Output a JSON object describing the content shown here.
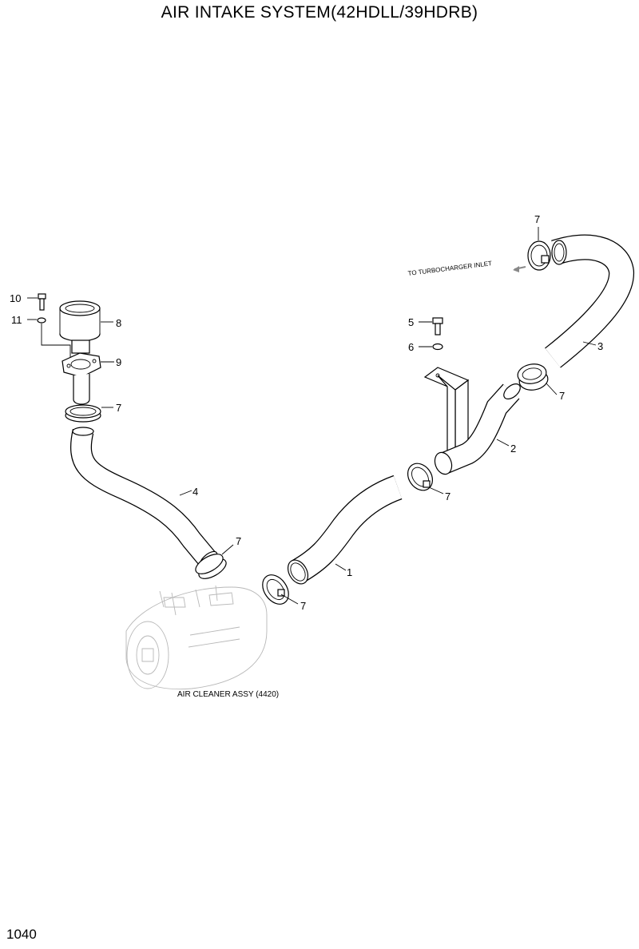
{
  "title": "AIR INTAKE SYSTEM(42HDLL/39HDRB)",
  "page_number": "1040",
  "notes": {
    "turbo": "TO TURBOCHARGER INLET",
    "air_cleaner": "AIR CLEANER ASSY (4420)"
  },
  "callouts": {
    "c1": "1",
    "c2": "2",
    "c3": "3",
    "c4": "4",
    "c5": "5",
    "c6": "6",
    "c7a": "7",
    "c7b": "7",
    "c7c": "7",
    "c7d": "7",
    "c7e": "7",
    "c7f": "7",
    "c8": "8",
    "c9": "9",
    "c10": "10",
    "c11": "11"
  }
}
